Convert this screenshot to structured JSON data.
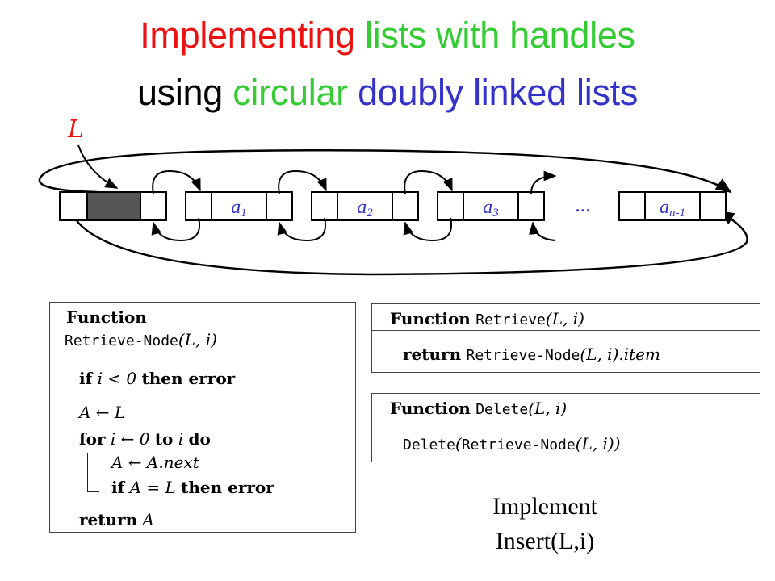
{
  "title": {
    "line1_part1": "Implementing",
    "line1_part2": "lists with handles",
    "line2_part1": "using",
    "line2_part2": "circular",
    "line2_part3": "doubly linked lists"
  },
  "colors": {
    "red": "#ee1111",
    "green": "#33cc33",
    "blue": "#3333cc",
    "dummy_node": "#555555"
  },
  "diagram": {
    "handle_label": "L",
    "nodes": [
      {
        "label": "",
        "sub": ""
      },
      {
        "label": "a",
        "sub": "1"
      },
      {
        "label": "a",
        "sub": "2"
      },
      {
        "label": "a",
        "sub": "3"
      },
      {
        "label": "a",
        "sub": "n-1"
      }
    ],
    "ellipsis": "..."
  },
  "retrieve_node": {
    "header_kw": "Function",
    "header_name": "Retrieve-Node",
    "header_args": "(L, i)",
    "l1_kw": "if",
    "l1_math": "i < 0",
    "l1_rest": "then error",
    "l2_math": "A ← L",
    "l3_kw1": "for",
    "l3_math1": "i ← 0",
    "l3_kw2": "to",
    "l3_math2": "i",
    "l3_kw3": "do",
    "l4_math": "A ← A.next",
    "l5_kw": "if",
    "l5_math": "A = L",
    "l5_rest": "then error",
    "l6_kw": "return",
    "l6_math": "A"
  },
  "retrieve": {
    "header_kw": "Function",
    "header_name": "Retrieve",
    "header_args": "(L, i)",
    "body_kw": "return",
    "body_name": "Retrieve-Node",
    "body_args": "(L, i).item"
  },
  "delete": {
    "header_kw": "Function",
    "header_name": "Delete",
    "header_args": "(L, i)",
    "body_name1": "Delete",
    "body_paren": "(",
    "body_name2": "Retrieve-Node",
    "body_args": "(L, i))"
  },
  "task": {
    "line1": "Implement",
    "line2": "Insert(L,i)"
  }
}
